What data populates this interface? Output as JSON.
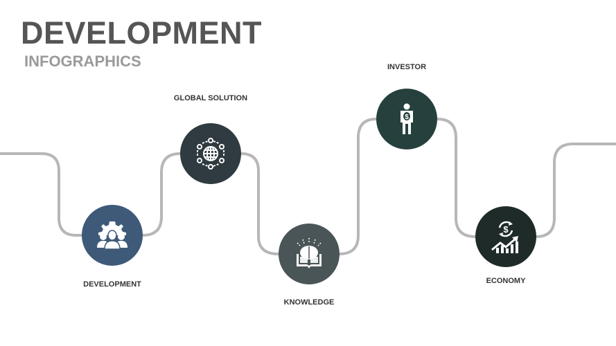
{
  "header": {
    "title": "DEVELOPMENT",
    "subtitle": "INFOGRAPHICS"
  },
  "steps": [
    {
      "label": "DEVELOPMENT",
      "icon": "team-gear-icon",
      "color": "#3e5a78"
    },
    {
      "label": "GLOBAL SOLUTION",
      "icon": "globe-network-icon",
      "color": "#2f3b40"
    },
    {
      "label": "KNOWLEDGE",
      "icon": "brain-book-icon",
      "color": "#4a5557"
    },
    {
      "label": "INVESTOR",
      "icon": "investor-person-icon",
      "color": "#26413d"
    },
    {
      "label": "ECONOMY",
      "icon": "economy-growth-icon",
      "color": "#1f2b29"
    }
  ],
  "connector_color": "#b7b7b7"
}
